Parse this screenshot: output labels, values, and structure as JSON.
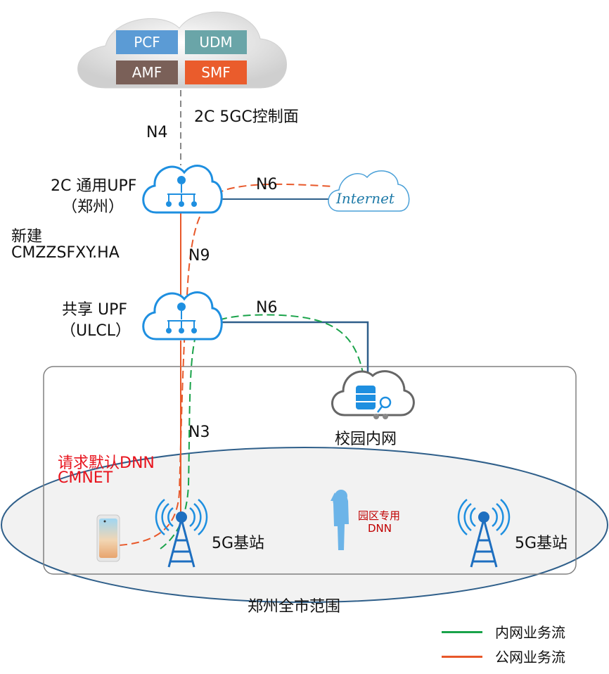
{
  "core": {
    "nf_boxes": [
      {
        "label": "PCF",
        "color": "#5b9bd5"
      },
      {
        "label": "UDM",
        "color": "#6aa5a8"
      },
      {
        "label": "AMF",
        "color": "#7a6058"
      },
      {
        "label": "SMF",
        "color": "#ea5c2c"
      }
    ],
    "control_plane_label": "2C 5GC控制面"
  },
  "interfaces": {
    "n4": "N4",
    "n6_top": "N6",
    "n9": "N9",
    "n6_mid": "N6",
    "n3": "N3"
  },
  "general_upf": {
    "line1": "2C 通用UPF",
    "line2": "（郑州）"
  },
  "new_build": {
    "line1": "新建",
    "line2": "CMZZSFXY.HA"
  },
  "shared_upf": {
    "line1": "共享 UPF",
    "line2": "（ULCL）"
  },
  "internet_label": "Internet",
  "campus_label": "校园内网",
  "request_dnn": {
    "line1": "请求默认DNN",
    "line2": "CMNET",
    "color": "#e8141e"
  },
  "park_dnn": {
    "line1": "园区专用",
    "line2": "DNN",
    "color": "#c00000"
  },
  "base_station_left": "5G基站",
  "base_station_right": "5G基站",
  "city_scope": "郑州全市范围",
  "legend": [
    {
      "label": "内网业务流",
      "color": "#1aa34a"
    },
    {
      "label": "公网业务流",
      "color": "#e8582a"
    }
  ],
  "colors": {
    "link_blue": "#2f5f8a",
    "icon_blue": "#1e8fe0",
    "internal_green": "#1aa34a",
    "public_orange": "#e8582a"
  }
}
